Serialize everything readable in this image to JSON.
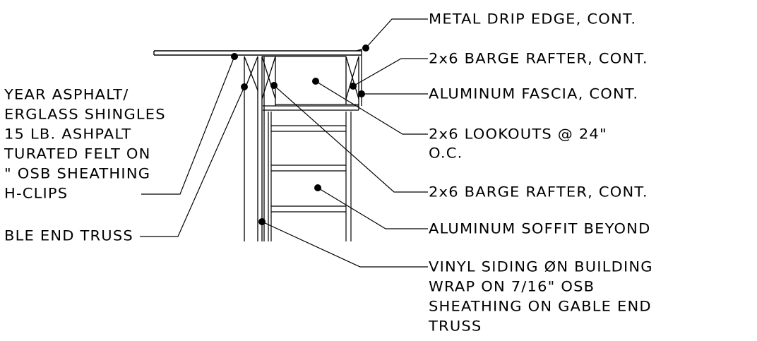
{
  "diagram": {
    "callouts_right": {
      "drip_edge": "METAL DRIP EDGE, CONT.",
      "barge_rafter_top": "2x6 BARGE RAFTER, CONT.",
      "fascia": "ALUMINUM FASCIA, CONT.",
      "lookouts_line1": "2x6 LOOKOUTS @ 24\"",
      "lookouts_line2": "O.C.",
      "barge_rafter_bottom": "2x6 BARGE RAFTER, CONT.",
      "soffit": "ALUMINUM SOFFIT BEYOND",
      "siding_line1": "VINYL SIDING ØN BUILDING",
      "siding_line2": "WRAP ON 7/16\" OSB",
      "siding_line3": "SHEATHING ON GABLE END",
      "siding_line4": "TRUSS"
    },
    "callouts_left": {
      "shingles_line1": "YEAR ASPHALT/",
      "shingles_line2": "ERGLASS SHINGLES",
      "shingles_line3": "15 LB. ASHPALT",
      "shingles_line4": "TURATED FELT ON",
      "shingles_line5": "\" OSB SHEATHING",
      "shingles_line6": "H-CLIPS",
      "truss": "BLE END TRUSS"
    }
  }
}
